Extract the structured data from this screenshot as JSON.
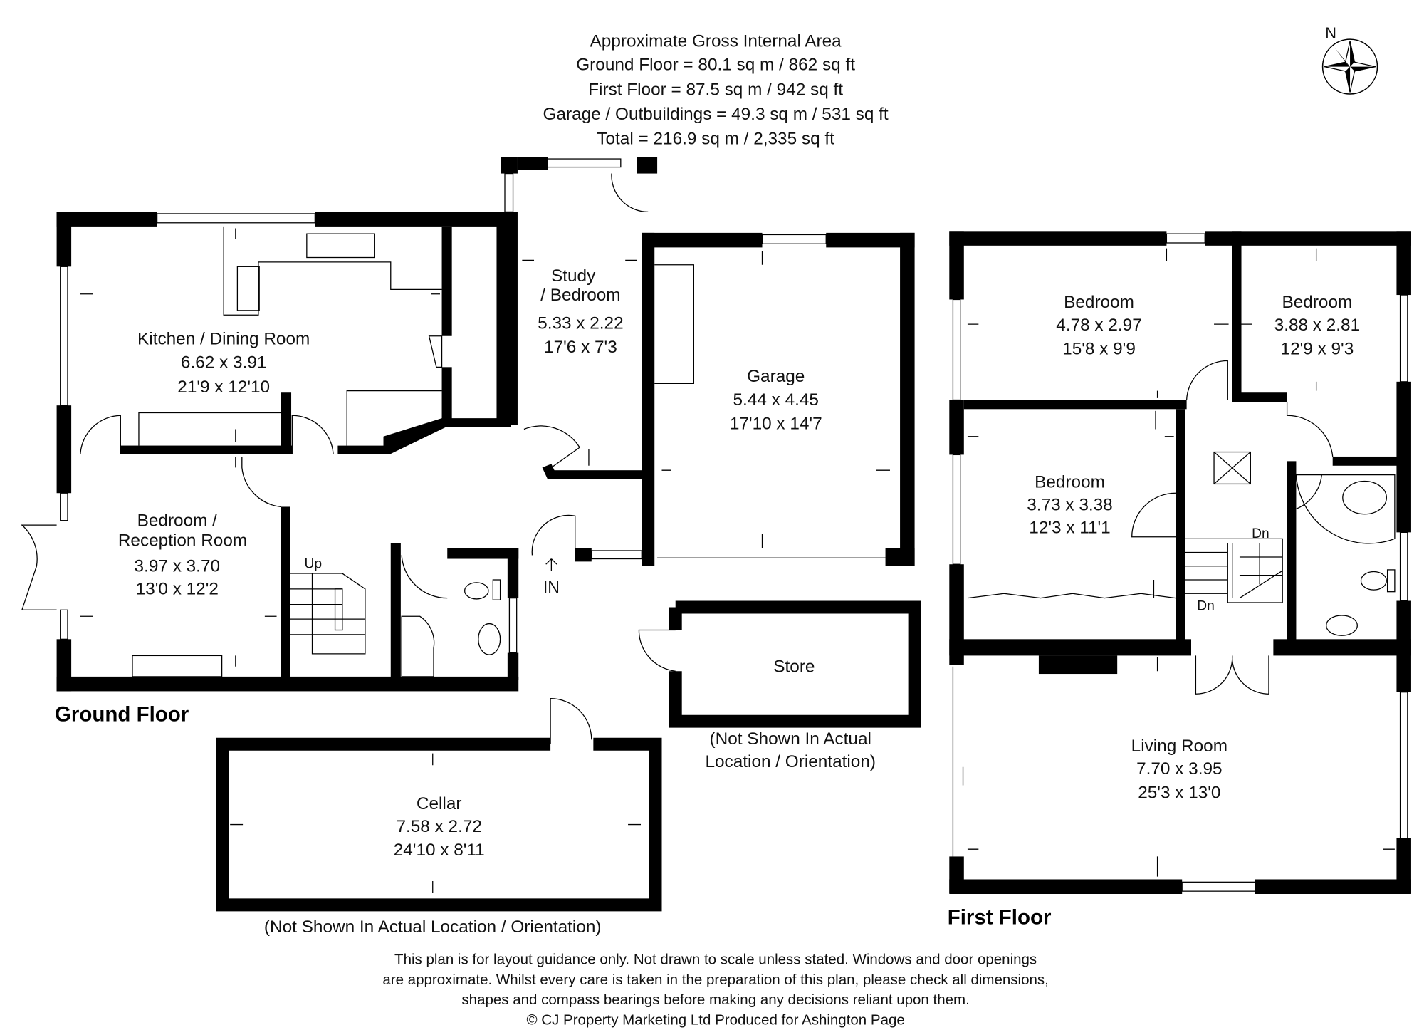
{
  "header": {
    "title": "Approximate Gross Internal Area",
    "lines": [
      "Ground Floor = 80.1 sq m / 862 sq ft",
      "First Floor = 87.5 sq m / 942 sq ft",
      "Garage / Outbuildings = 49.3 sq m / 531 sq ft",
      "Total = 216.9 sq m / 2,335 sq ft"
    ]
  },
  "compass": {
    "label": "N",
    "icon": "compass-rose-icon"
  },
  "ground_floor": {
    "title": "Ground Floor",
    "rooms": [
      {
        "name": "Kitchen / Dining Room",
        "metric": "6.62 x 3.91",
        "imperial": "21'9 x 12'10"
      },
      {
        "name_line1": "Study",
        "name_line2": "/ Bedroom",
        "metric": "5.33 x 2.22",
        "imperial": "17'6 x 7'3"
      },
      {
        "name": "Garage",
        "metric": "5.44 x 4.45",
        "imperial": "17'10 x 14'7"
      },
      {
        "name_line1": "Bedroom /",
        "name_line2": "Reception Room",
        "metric": "3.97 x 3.70",
        "imperial": "13'0 x 12'2"
      }
    ],
    "stairs_label": "Up",
    "entrance_label": "IN",
    "store": {
      "name": "Store",
      "note_line1": "(Not Shown In Actual",
      "note_line2": "Location / Orientation)"
    },
    "cellar": {
      "name": "Cellar",
      "metric": "7.58 x 2.72",
      "imperial": "24'10 x 8'11",
      "note": "(Not Shown In Actual Location / Orientation)"
    }
  },
  "first_floor": {
    "title": "First Floor",
    "rooms": [
      {
        "name": "Bedroom",
        "metric": "4.78 x 2.97",
        "imperial": "15'8 x 9'9"
      },
      {
        "name": "Bedroom",
        "metric": "3.88 x 2.81",
        "imperial": "12'9 x 9'3"
      },
      {
        "name": "Bedroom",
        "metric": "3.73 x 3.38",
        "imperial": "12'3 x 11'1"
      },
      {
        "name": "Living Room",
        "metric": "7.70 x 3.95",
        "imperial": "25'3 x 13'0"
      }
    ],
    "stairs_labels": [
      "Dn",
      "Dn"
    ]
  },
  "disclaimer": [
    "This plan is for layout guidance only. Not drawn to scale unless stated. Windows and door openings",
    "are approximate. Whilst every care is taken in the preparation of this plan, please check all dimensions,",
    "shapes and compass bearings before making any decisions reliant upon them.",
    "© CJ Property Marketing Ltd Produced for Ashington Page"
  ]
}
